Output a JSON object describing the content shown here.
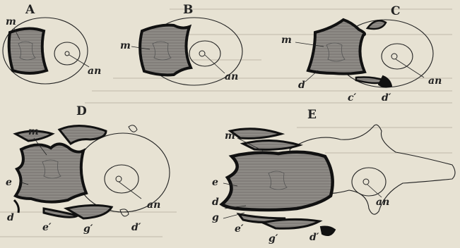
{
  "panels": {
    "A": {
      "letter": "A",
      "labels": {
        "m": "m",
        "an": "an"
      }
    },
    "B": {
      "letter": "B",
      "labels": {
        "m": "m",
        "an": "an"
      }
    },
    "C": {
      "letter": "C",
      "labels": {
        "m": "m",
        "d": "d",
        "c_prime": "c′",
        "d_prime": "d′",
        "an": "an"
      }
    },
    "D": {
      "letter": "D",
      "labels": {
        "m": "m",
        "e": "e",
        "d": "d",
        "e_prime": "e′",
        "g_prime": "g′",
        "d_prime": "d′",
        "an": "an"
      }
    },
    "E": {
      "letter": "E",
      "labels": {
        "m": "m",
        "e": "e",
        "d": "d",
        "g": "g",
        "e_prime": "e′",
        "g_prime": "g′",
        "d_prime": "d′",
        "an": "an"
      }
    }
  },
  "colors": {
    "paper": "#e7e2d3",
    "ink": "#1c1c1c",
    "shading": "#8a8782"
  }
}
